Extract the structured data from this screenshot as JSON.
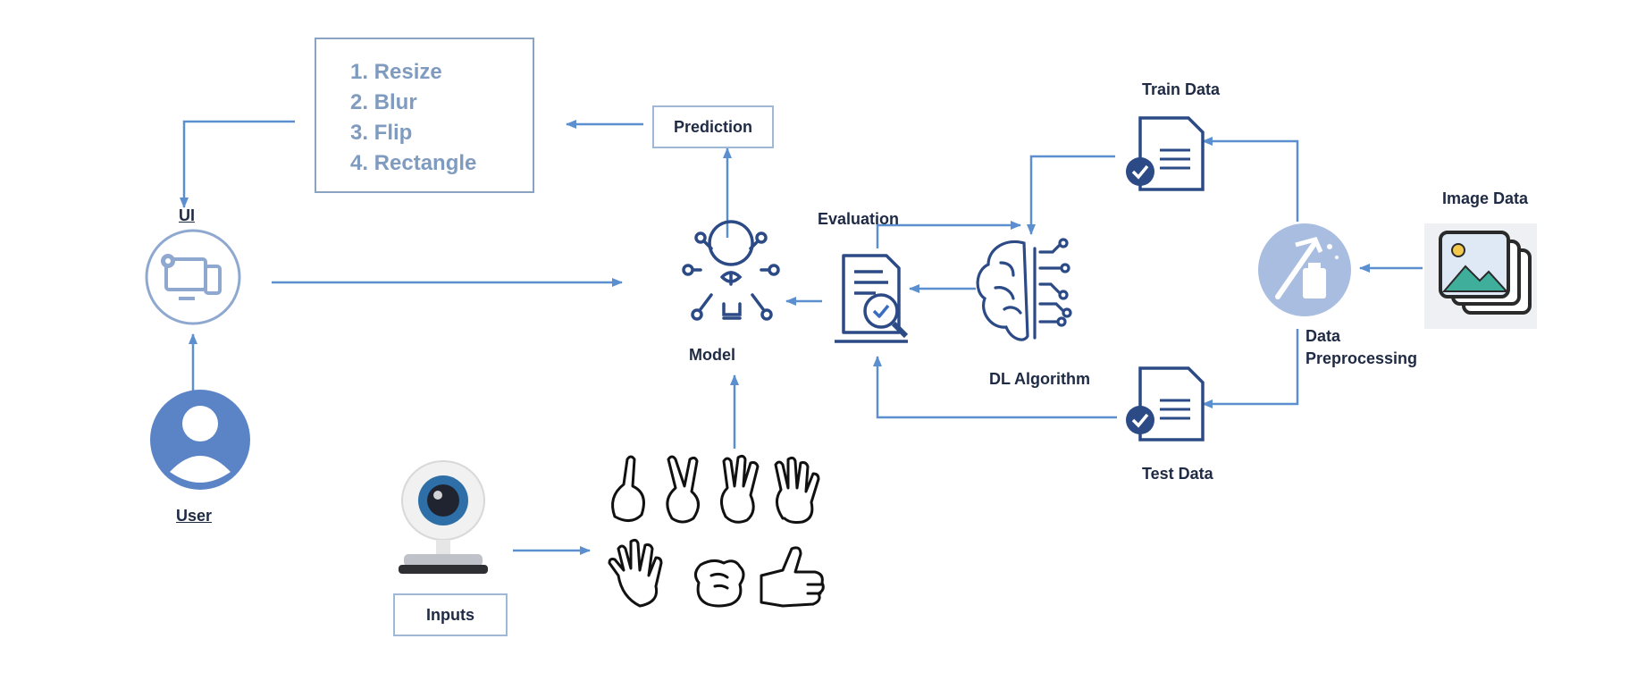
{
  "steps": [
    "1. Resize",
    "2. Blur",
    "3. Flip",
    "4. Rectangle"
  ],
  "labels": {
    "prediction": "Prediction",
    "ui": "UI",
    "user": "User",
    "model": "Model",
    "evaluation": "Evaluation",
    "dl_algorithm": "DL Algorithm",
    "train_data": "Train Data",
    "test_data": "Test Data",
    "image_data": "Image Data",
    "data_preprocessing_1": "Data",
    "data_preprocessing_2": "Preprocessing",
    "inputs": "Inputs"
  },
  "colors": {
    "line": "#5b8fd0",
    "icon_dark": "#2b4a86",
    "icon_blue": "#3a6cc0",
    "icon_light": "#8fa8cf"
  }
}
